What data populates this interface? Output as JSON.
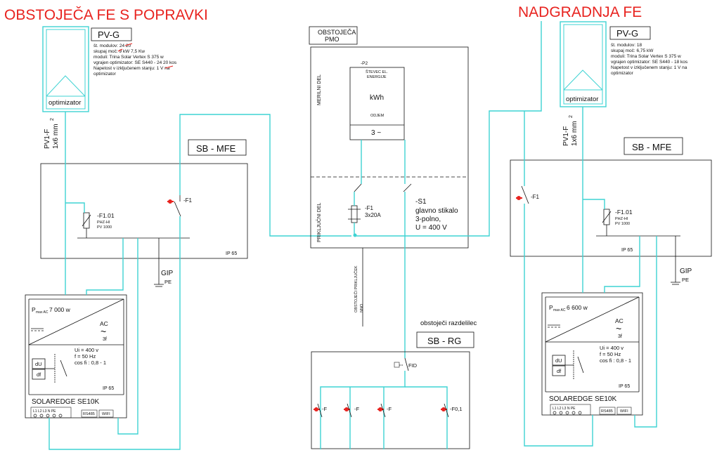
{
  "title_left": "OBSTOJEČA FE S POPRAVKI",
  "title_right": "NADGRADNJA FE",
  "left": {
    "pvg_box": "PV-G",
    "optimizer": "optimizator",
    "spec_lines": [
      "št. modulov: 24    20",
      "skupaj moč: 9 kW   7,5 Kw",
      "moduli: Trina Solar Vertex S 375 w",
      "vgrajen optimizator: SE S440 - 24 20 kos",
      "Napetost v izključenem stanju: 1 V na",
      "optimizator"
    ],
    "cable": "PV1-F",
    "cable_cross": "1x6 mm",
    "cable_sup": "2",
    "sb_box": "SB - MFE",
    "f101": "-F1.01",
    "f101_sub1": "PHZ-HI",
    "f101_sub2": "PV 1000",
    "f1": "-F1",
    "ip_sb": "IP 65",
    "gip": "GIP",
    "pe": "PE",
    "pmax_p": "P",
    "pmax_sub": "max AC",
    "pmax_val": "7 000 w",
    "ac": "AC",
    "ac_tilde": "~",
    "ac_3f": "3f",
    "ui": "Ui = 400 v",
    "freq": "f = 50 Hz",
    "cos": "cos fi : 0,8 - 1",
    "du": "dU",
    "df": "df",
    "ip_inv": "IP 65",
    "model": "SOLAREDGE SE10K",
    "terminals": "L1 L2 L3 N PE",
    "rs485": "RS485",
    "wifi": "WIFI"
  },
  "center": {
    "pmo_title1": "OBSTOJEČA",
    "pmo_title2": "PMO",
    "merilni": "MERILNI DEL",
    "prikljucni": "PRIKLJUČNI DEL",
    "p2": "-P2",
    "meter_t1": "ŠTEVEC EL.",
    "meter_t2": "ENERGIJE",
    "kwh": "kWh",
    "odjem": "ODJEM",
    "phase": "3 ~",
    "f1": "-F1",
    "f1_rating": "3x20A",
    "s1": "-S1",
    "s1_desc1": "glavno stikalo",
    "s1_desc2": "3-polno,",
    "s1_desc3": "U = 400 V",
    "cable_vert1": "OBSTOJEČI PRIKLJUČEK",
    "cable_vert2": "NNO",
    "rg_label": "obstoječi razdelilec",
    "rg_box": "SB - RG",
    "fid": "FID",
    "f_a": "-F",
    "f_b": "-F",
    "f_c": "-F",
    "f_d": "-F0,1"
  },
  "right": {
    "pvg_box": "PV-G",
    "optimizer": "optimizator",
    "spec_lines": [
      "št. modulov: 18",
      "skupaj moč: 6,75 kW",
      "moduli: Trina Solar Vertex S 375 w",
      "vgrajen optimizator: SE S440 - 18 kos",
      "Napetost v izključenem stanju: 1 V na",
      "optimizator"
    ],
    "cable": "PV1-F",
    "cable_cross": "1x6 mm",
    "cable_sup": "2",
    "sb_box": "SB - MFE",
    "f101": "-F1.01",
    "f101_sub1": "PHZ-HI",
    "f101_sub2": "PV 1000",
    "f1": "-F1",
    "ip_sb": "IP 65",
    "gip": "GIP",
    "pe": "PE",
    "pmax_p": "P",
    "pmax_sub": "max AC",
    "pmax_val": "6 600 w",
    "ac": "AC",
    "ac_tilde": "~",
    "ac_3f": "3f",
    "ui": "Ui = 400 v",
    "freq": "f = 50 Hz",
    "cos": "cos fi : 0,8 - 1",
    "du": "dU",
    "df": "df",
    "ip_inv": "IP 65",
    "model": "SOLAREDGE SE10K",
    "terminals": "L1 L2 L3 N PE",
    "rs485": "RS485",
    "wifi": "WIFI"
  },
  "colors": {
    "wire": "#3fd3d3",
    "title": "#e8231f",
    "line": "#111111"
  }
}
